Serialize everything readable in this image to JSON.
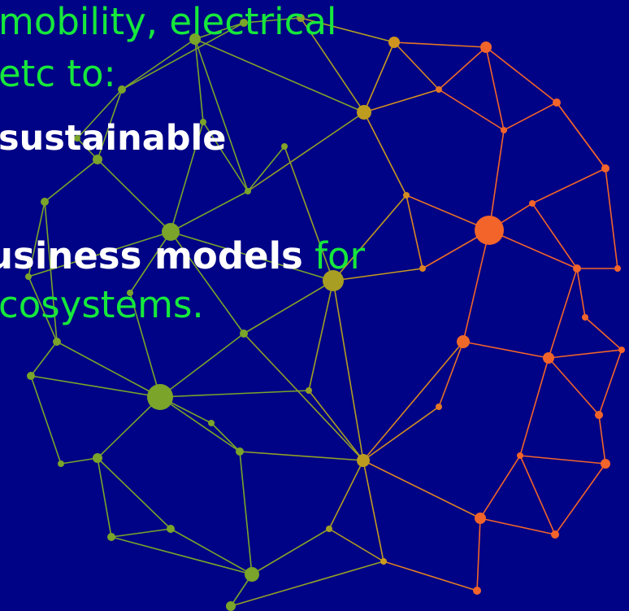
{
  "slide": {
    "background": "#000385",
    "text_lines": [
      [
        {
          "text": "mobility, electrical",
          "style": "green"
        }
      ],
      [
        {
          "text": "etc to:",
          "style": "green"
        }
      ],
      [
        {
          "text": "sustainable",
          "style": "white"
        }
      ],
      [
        {
          "text": "usiness models",
          "style": "white"
        },
        {
          "text": " for",
          "style": "green"
        }
      ],
      [
        {
          "text": "cosystems.",
          "style": "green"
        }
      ]
    ]
  },
  "graphic": {
    "name": "network-globe",
    "colors": {
      "green": "#7aa42a",
      "mid": "#c99a1e",
      "orange": "#f2642a"
    }
  }
}
